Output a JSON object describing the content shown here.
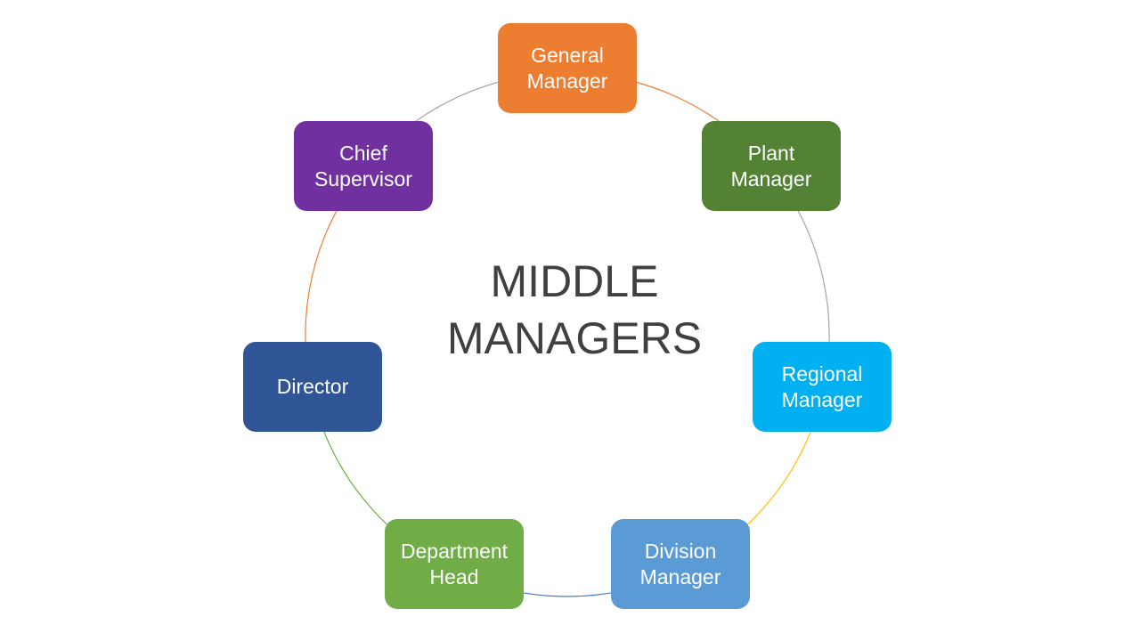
{
  "diagram": {
    "center_title": "MIDDLE\nMANAGERS",
    "nodes": [
      {
        "label": "General\nManager",
        "color": "#ED7D31",
        "arc_color": "#ED7D31"
      },
      {
        "label": "Plant\nManager",
        "color": "#548235",
        "arc_color": "#A5A5A5"
      },
      {
        "label": "Regional\nManager",
        "color": "#00B0F0",
        "arc_color": "#FFC000"
      },
      {
        "label": "Division\nManager",
        "color": "#5B9BD5",
        "arc_color": "#4472C4"
      },
      {
        "label": "Department\nHead",
        "color": "#70AD47",
        "arc_color": "#70AD47"
      },
      {
        "label": "Director",
        "color": "#2F5597",
        "arc_color": "#ED7D31"
      },
      {
        "label": "Chief\nSupervisor",
        "color": "#7030A0",
        "arc_color": "#A5A5A5"
      }
    ]
  }
}
